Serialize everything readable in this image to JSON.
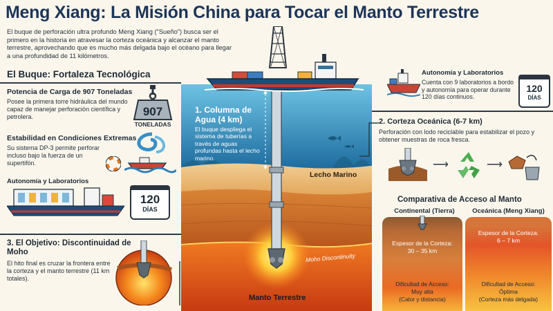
{
  "title": "Meng Xiang: La Misión China para Tocar el Manto Terrestre",
  "intro": "El buque de perforación ultra profundo Meng Xiang (\"Sueño\") busca ser el primero en la historia en atravesar la corteza oceánica y alcanzar el manto terrestre, aprovechando que es mucho más delgada bajo el océano para llegar a una profundidad de 11 kilómetros.",
  "left": {
    "heading": "El Buque:  Fortaleza Tecnológica",
    "load": {
      "title": "Potencia de Carga de 907 Toneladas",
      "body": "Posee la primera torre hidráulica del mundo capaz de manejar perforación científica y petrolera.",
      "weight_number": "907",
      "weight_unit": "TONELADAS"
    },
    "stability": {
      "title": "Estabilidad en Condiciones Extremas",
      "body": "Su sistema DP-3 permite perforar incluso bajo la fuerza de un supertifón."
    },
    "autonomy": {
      "title": "Autonomía y Laboratorios",
      "calendar_number": "120",
      "calendar_unit": "DÍAS"
    },
    "objective": {
      "title": "3. El Objetivo: Discontinuidad de Moho",
      "body": "El hito final es cruzar la frontera entre la corteza y el manto terrestre (11 km totales)."
    }
  },
  "center": {
    "water_title": "1. Columna de Agua (4 km)",
    "water_body": "El buque despliega el sistema de tuberías a través de aguas profundas hasta el lecho marino.",
    "seabed_label": "Lecho Marino",
    "moho_label": "Moho Discontinuity",
    "mantle_label": "Manto Terrestre"
  },
  "right": {
    "autonomy": {
      "title": "Autonomía y Laboratorios",
      "body": "Cuenta con 9 laboratorios a bordo y autonomía para operar durante 120 días continuos.",
      "calendar_number": "120",
      "calendar_unit": "DÍAS"
    },
    "crust": {
      "title": "2. Corteza Oceánica (6-7 km)",
      "body": "Perforación con lodo reciclable para estabilizar el pozo y obtener muestras de roca fresca."
    },
    "compare": {
      "title": "Comparativa de Acceso al Manto",
      "continental": {
        "header": "Continental (Tierra)",
        "thickness_label": "Espesor de la Corteza:",
        "thickness_value": "30 – 35 km",
        "difficulty_label": "Dificultad de Acceso:",
        "difficulty_value": "Muy alta",
        "difficulty_note": "(Calor y distancia)"
      },
      "oceanic": {
        "header": "Oceánica (Meng Xiang)",
        "thickness_label": "Espesor de la Corteza:",
        "thickness_value": "6 – 7 km",
        "difficulty_label": "Dificultad de Acceso:",
        "difficulty_value": "Óptima",
        "difficulty_note": "(Corteza más delgada)"
      }
    }
  },
  "colors": {
    "title": "#1d3557",
    "ocean_top": "#5fb6d9",
    "ocean_deep": "#1f6fa3",
    "sediment": "#e9c188",
    "crust": "#d98a3a",
    "mantle": "#e25a1c"
  }
}
